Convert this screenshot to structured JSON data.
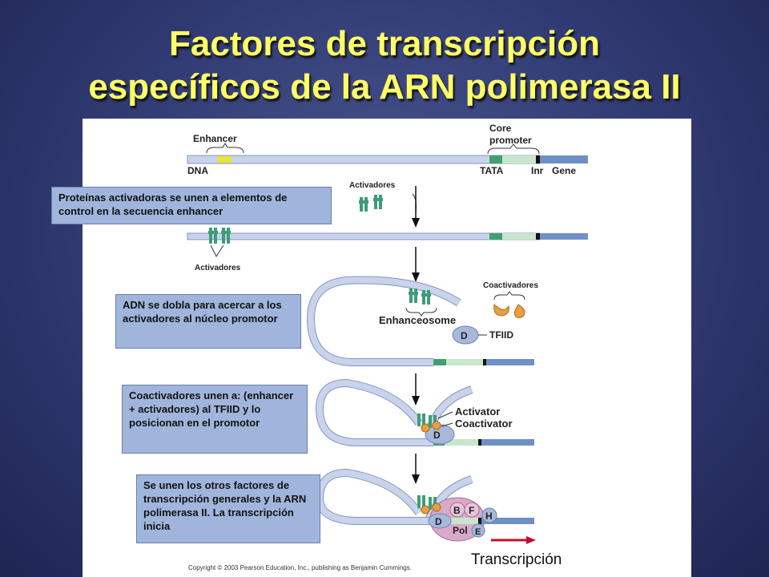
{
  "title": {
    "line1": "Factores de transcripción",
    "line2": "específicos de la ARN polimerasa II"
  },
  "diagram_labels": {
    "enhancer": "Enhancer",
    "core": "Core",
    "promoter": "promoter",
    "dna": "DNA",
    "tata": "TATA",
    "inr": "Inr",
    "gene": "Gene",
    "activadores_top": "Activadores",
    "activadores_mid": "Activadores",
    "coactivadores": "Coactivadores",
    "enhanceosome": "Enhanceosome",
    "tfiid": "TFIID",
    "d": "D",
    "activator": "Activator",
    "coactivator": "Coactivator",
    "b": "B",
    "f": "F",
    "h": "H",
    "pol": "Pol",
    "e": "E",
    "copyright": "Copyright © 2003 Pearson Education, Inc., publishing as Benjamin Cummings."
  },
  "callouts": {
    "step1": "Proteínas activadoras se unen a elementos de control en la secuencia enhancer",
    "step2": "ADN se dobla para acercar a los activadores al núcleo promotor",
    "step3": "Coactivadores unen a: (enhancer + activadores) al TFIID y lo posicionan en el promotor",
    "step4": "Se unen los otros factores de transcripción generales y la ARN polimerasa II.  La transcripción inicia"
  },
  "transcription_label": "Transcripción",
  "colors": {
    "title": "#ffff66",
    "dna": "#c9d3ec",
    "gene": "#6f8fc8",
    "tata": "#3fa070",
    "promoter": "#c8e6cc",
    "activator": "#3f9c78",
    "coactivator": "#e8a040",
    "tfiid": "#a7b8dc",
    "polymerase": "#d9a9c8",
    "arrow": "#c0102a"
  }
}
